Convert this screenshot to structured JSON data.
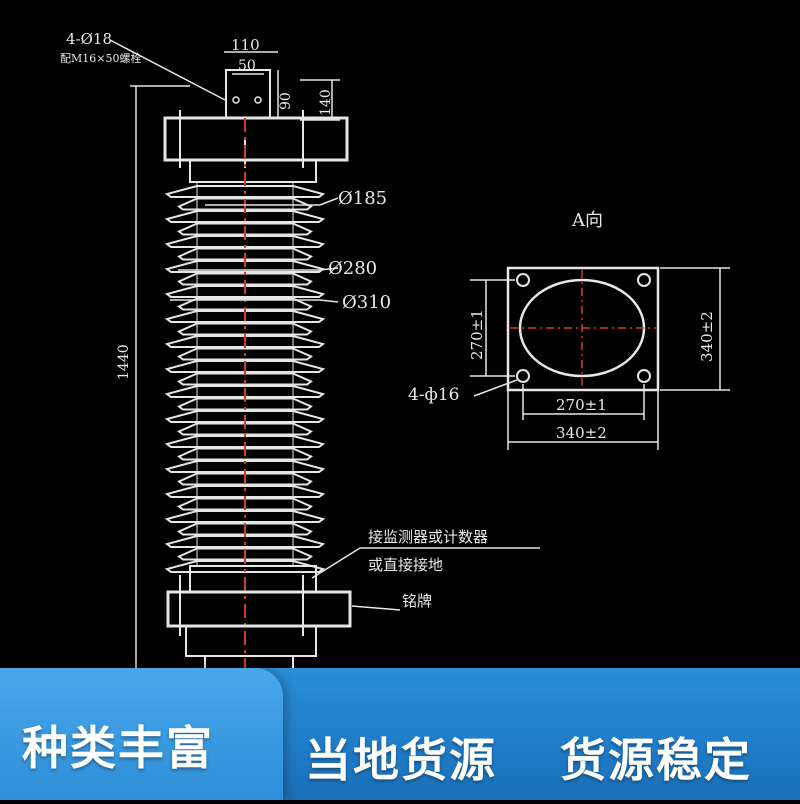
{
  "diagram": {
    "top_note_1": "4-Ø18",
    "top_note_2": "配M16×50螺栓",
    "dim_110": "110",
    "dim_50": "50",
    "dim_90": "90",
    "dim_140": "140",
    "dim_1440": "1440",
    "dia_185": "Ø185",
    "dia_280": "Ø280",
    "dia_310": "Ø310",
    "view_label": "A向",
    "base_hole_note": "4-ф16",
    "dim_270_v": "270±1",
    "dim_340_v": "340±2",
    "dim_270_h": "270±1",
    "dim_340_h": "340±2",
    "note_ground_1": "接监测器或计数器",
    "note_ground_2": "或直接接地",
    "note_nameplate": "铭牌"
  },
  "banner": {
    "left_text": "种类丰富",
    "right_text_1": "当地货源",
    "right_text_2": "货源稳定"
  },
  "colors": {
    "line": "#e6e6e6",
    "centerline": "#d23a2a",
    "banner_blue": "#1f7cc8"
  }
}
